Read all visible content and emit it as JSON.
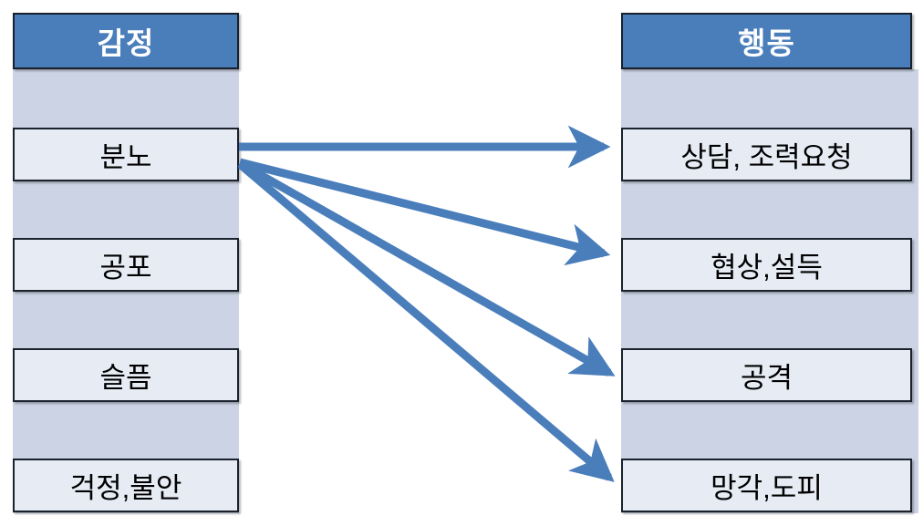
{
  "diagram": {
    "type": "flow-mapping",
    "title_left": "감정",
    "title_right": "행동",
    "left_column": {
      "header": "감정",
      "items": [
        {
          "label": "분노"
        },
        {
          "label": "공포"
        },
        {
          "label": "슬픔"
        },
        {
          "label": "걱정,불안"
        }
      ]
    },
    "right_column": {
      "header": "행동",
      "items": [
        {
          "label": "상담, 조력요청"
        },
        {
          "label": "협상,설득"
        },
        {
          "label": "공격"
        },
        {
          "label": "망각,도피"
        }
      ]
    },
    "connections": [
      {
        "from": "분노",
        "to": "상담, 조력요청"
      },
      {
        "from": "분노",
        "to": "협상,설득"
      },
      {
        "from": "분노",
        "to": "공격"
      },
      {
        "from": "분노",
        "to": "망각,도피"
      }
    ],
    "colors": {
      "header_fill": "#4a7ebb",
      "header_text": "#ffffff",
      "column_strip": "#ccd3e4",
      "item_fill": "#e6ebf4",
      "item_text": "#000000",
      "border": "#1a222d",
      "arrow": "#4a7ebb"
    }
  }
}
